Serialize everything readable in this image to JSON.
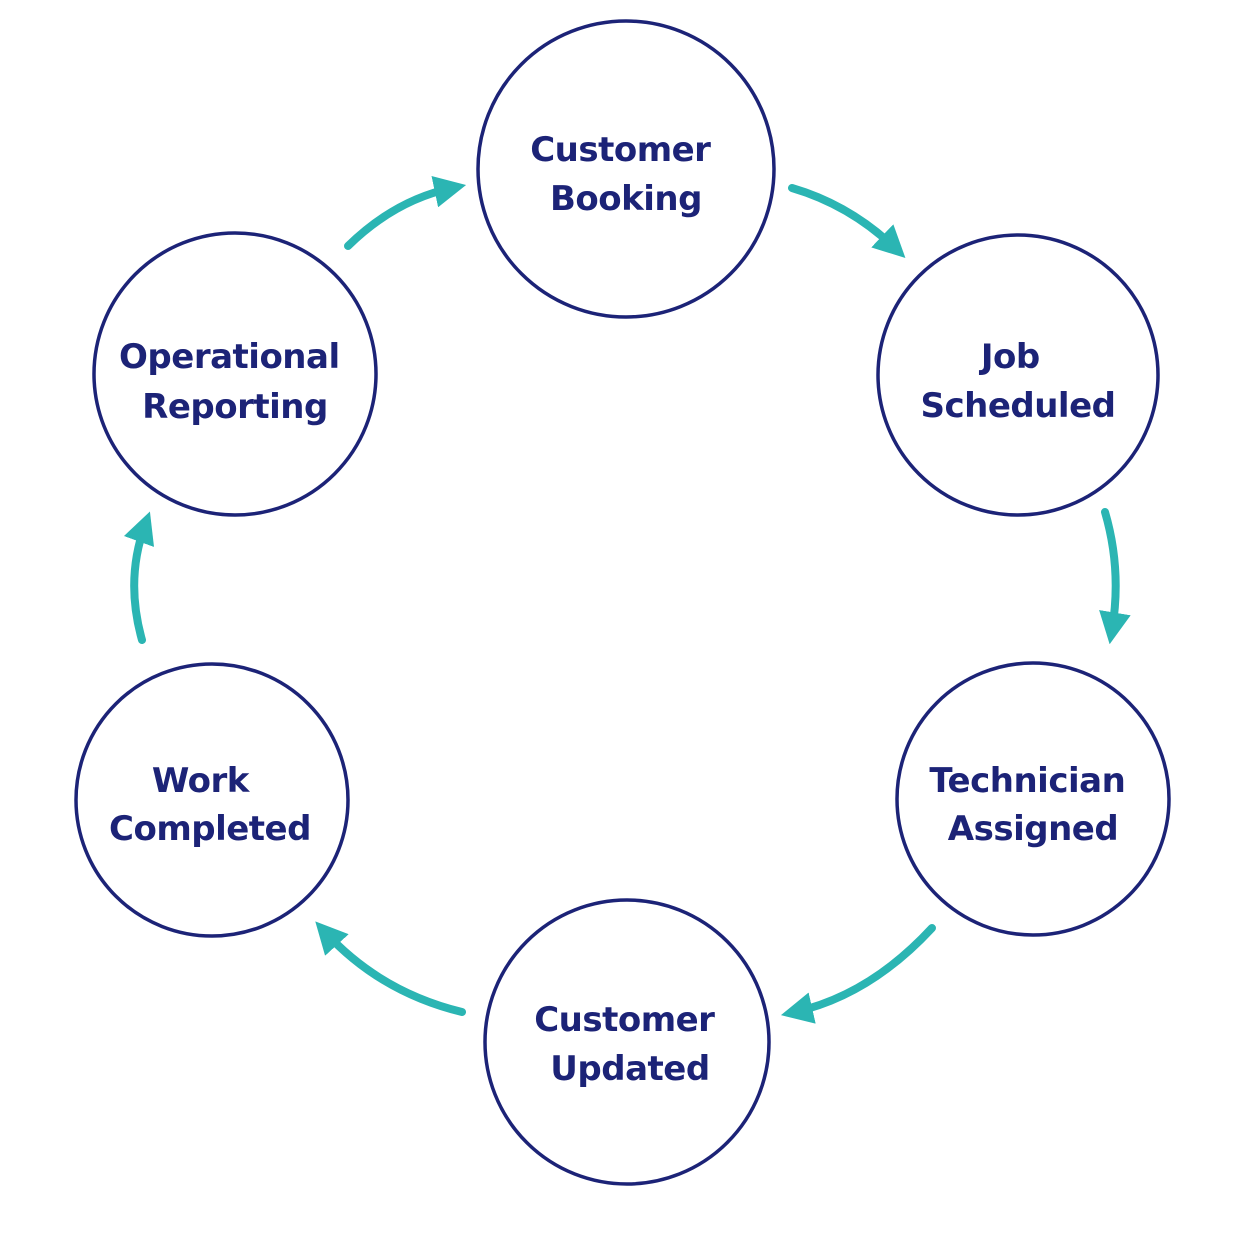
{
  "colors": {
    "circle_stroke": "#1c2377",
    "label_text": "#1c2377",
    "arrow": "#2bb5b3",
    "background": "#ffffff"
  },
  "nodes": [
    {
      "id": "customer-booking",
      "lines": [
        "Customer",
        "Booking"
      ]
    },
    {
      "id": "job-scheduled",
      "lines": [
        "Job",
        "Scheduled"
      ]
    },
    {
      "id": "technician-assigned",
      "lines": [
        "Technician",
        "Assigned"
      ]
    },
    {
      "id": "customer-updated",
      "lines": [
        "Customer",
        "Updated"
      ]
    },
    {
      "id": "work-completed",
      "lines": [
        "Work",
        "Completed"
      ]
    },
    {
      "id": "operational-reporting",
      "lines": [
        "Operational",
        "Reporting"
      ]
    }
  ],
  "edges": [
    {
      "from": "customer-booking",
      "to": "job-scheduled"
    },
    {
      "from": "job-scheduled",
      "to": "technician-assigned"
    },
    {
      "from": "technician-assigned",
      "to": "customer-updated"
    },
    {
      "from": "customer-updated",
      "to": "work-completed"
    },
    {
      "from": "work-completed",
      "to": "operational-reporting"
    },
    {
      "from": "operational-reporting",
      "to": "customer-booking"
    }
  ]
}
